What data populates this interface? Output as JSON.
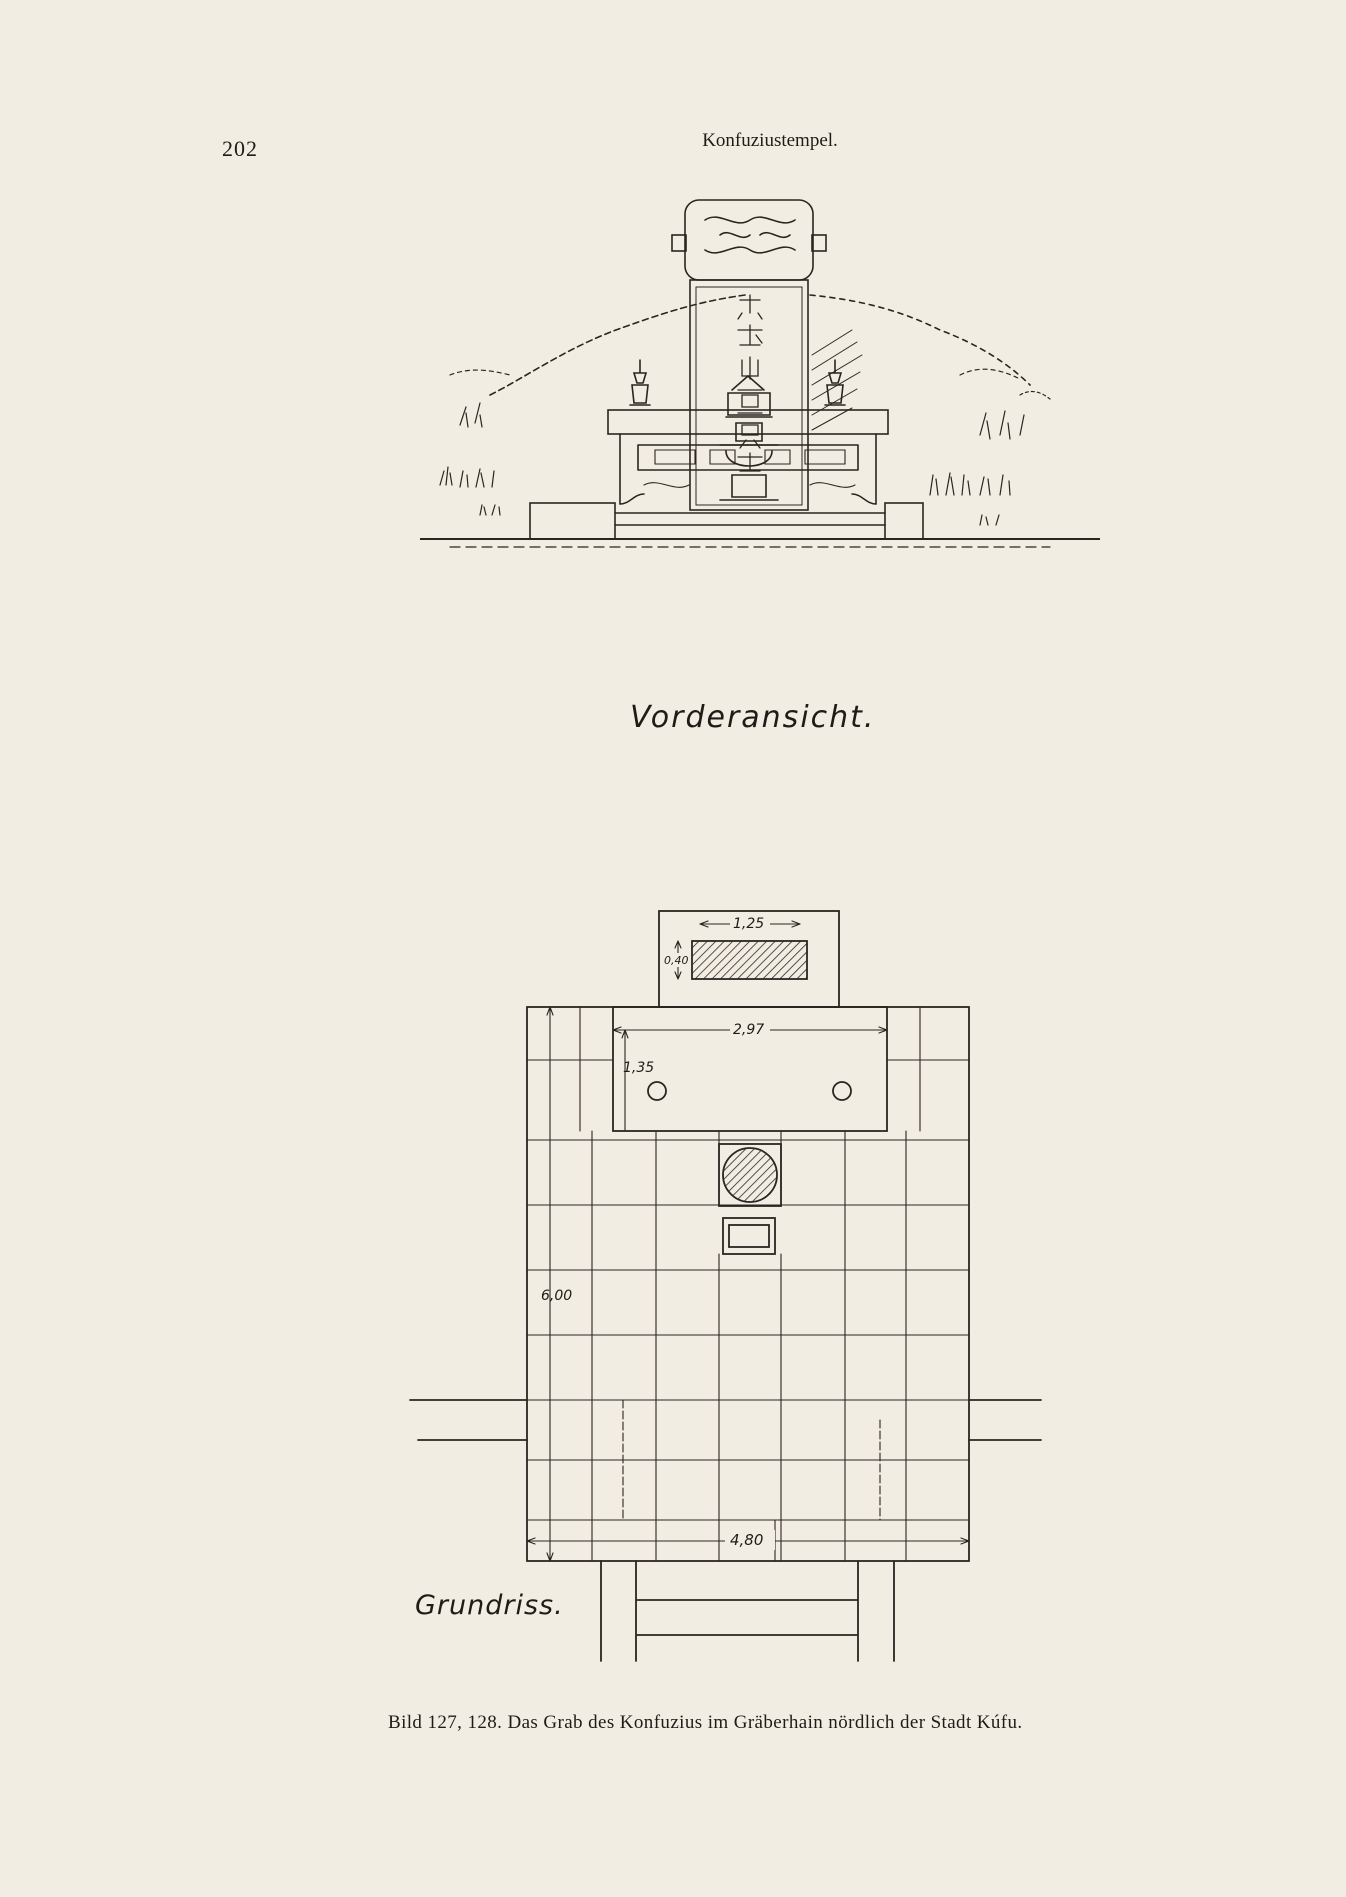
{
  "page": {
    "number": "202",
    "running_head": "Konfuziustempel."
  },
  "figures": {
    "front_view_label": "Vorderansicht.",
    "plan_label": "Grundriss.",
    "dimensions": {
      "tablet_width": "1,25",
      "tablet_depth": "0,40",
      "altar_width": "2,97",
      "altar_depth": "1,35",
      "platform_depth": "6,00",
      "platform_width": "4,80"
    },
    "caption": "Bild 127, 128.  Das Grab des Konfuzius im Gräberhain nördlich der Stadt Kúfu."
  }
}
